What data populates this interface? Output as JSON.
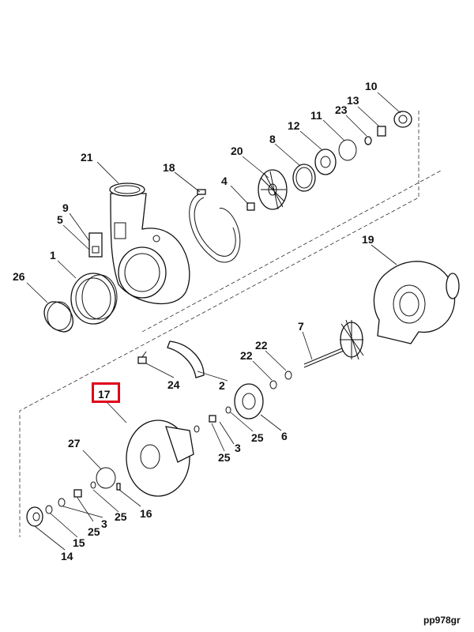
{
  "diagram": {
    "callouts": [
      {
        "id": "10",
        "text": "10"
      },
      {
        "id": "13",
        "text": "13"
      },
      {
        "id": "23",
        "text": "23"
      },
      {
        "id": "11",
        "text": "11"
      },
      {
        "id": "12",
        "text": "12"
      },
      {
        "id": "8",
        "text": "8"
      },
      {
        "id": "20",
        "text": "20"
      },
      {
        "id": "21",
        "text": "21"
      },
      {
        "id": "18",
        "text": "18"
      },
      {
        "id": "4",
        "text": "4"
      },
      {
        "id": "9",
        "text": "9"
      },
      {
        "id": "5",
        "text": "5"
      },
      {
        "id": "1",
        "text": "1"
      },
      {
        "id": "26",
        "text": "26"
      },
      {
        "id": "19",
        "text": "19"
      },
      {
        "id": "7",
        "text": "7"
      },
      {
        "id": "22a",
        "text": "22"
      },
      {
        "id": "22b",
        "text": "22"
      },
      {
        "id": "24",
        "text": "24"
      },
      {
        "id": "2",
        "text": "2"
      },
      {
        "id": "17",
        "text": "17"
      },
      {
        "id": "25a",
        "text": "25"
      },
      {
        "id": "6",
        "text": "6"
      },
      {
        "id": "25b",
        "text": "25"
      },
      {
        "id": "3a",
        "text": "3"
      },
      {
        "id": "27",
        "text": "27"
      },
      {
        "id": "25c",
        "text": "25"
      },
      {
        "id": "16",
        "text": "16"
      },
      {
        "id": "25d",
        "text": "25"
      },
      {
        "id": "3b",
        "text": "3"
      },
      {
        "id": "15",
        "text": "15"
      },
      {
        "id": "14",
        "text": "14"
      }
    ],
    "highlighted_callout": "17",
    "highlight_color": "#e0001b",
    "reference_code": "pp978gr"
  }
}
